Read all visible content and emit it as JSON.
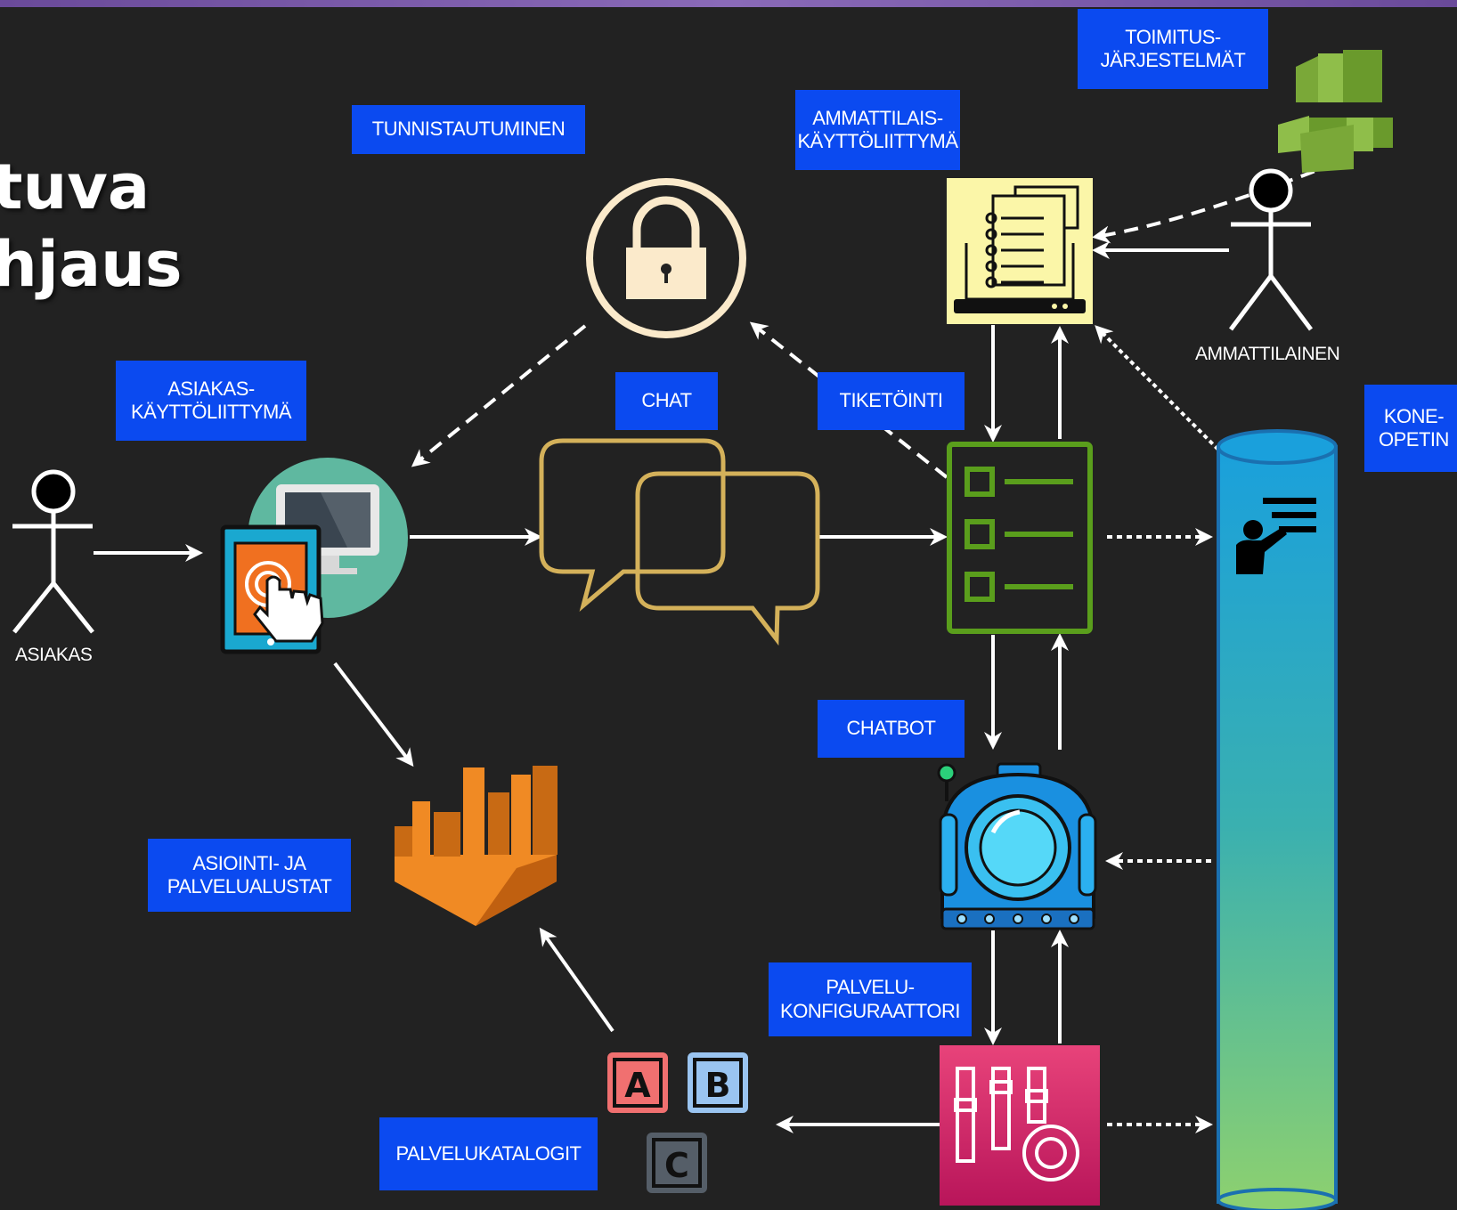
{
  "title": {
    "line1": "tuva",
    "line2": "hjaus"
  },
  "labels": {
    "tunnistautuminen": "TUNNISTAUTUMINEN",
    "asiakas_ui": "ASIAKAS-\nKÄYTTÖLIITTYMÄ",
    "chat": "CHAT",
    "tiketointi": "TIKETÖINTI",
    "ammattilais_ui": "AMMATTILAIS-\nKÄYTTÖLIITTYMÄ",
    "toimitusjarjestelmat": "TOIMITUS-\nJÄRJESTELMÄT",
    "koneoppiminen": "KONE-\nOPETIN",
    "chatbot": "CHATBOT",
    "asiointi": "ASIOINTI- JA\nPALVELUALUSTAT",
    "palvelukonfiguraattori": "PALVELU-\nKONFIGURAATTORI",
    "palvelukatalogit": "PALVELUKATALOGIT"
  },
  "actors": {
    "asiakas": "ASIAKAS",
    "ammattilainen": "AMMATTILAINEN"
  },
  "catalog_letters": [
    "A",
    "B",
    "C"
  ],
  "colors": {
    "background": "#222222",
    "label_bg": "#0b4af0",
    "arrow": "#ffffff",
    "chat_outline": "#d4b15a",
    "ticket_green": "#5a9e1c",
    "lock_ring": "#fbeacb",
    "config_pink": "#d6246e",
    "analytics_orange": "#f08a24",
    "aws_green": "#6a9a2c"
  },
  "icons": [
    "lock-icon",
    "device-touch-icon",
    "chat-bubbles-icon",
    "ticket-list-icon",
    "professional-terminal-icon",
    "servers-icon",
    "database-cylinder-icon",
    "presenter-icon",
    "robot-pod-icon",
    "analytics-bars-icon",
    "config-sliders-icon",
    "abc-blocks-icon",
    "stick-figure-icon"
  ]
}
